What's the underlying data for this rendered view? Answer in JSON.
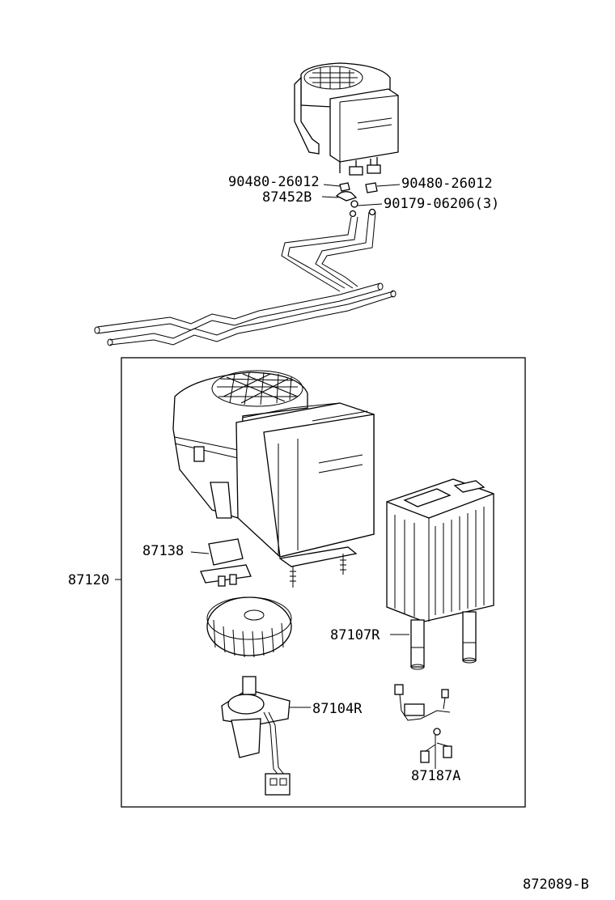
{
  "callouts": {
    "top_left_nut": "90480-26012",
    "top_right_nut": "90480-26012",
    "bracket": "87452B",
    "screw": "90179-06206(3)",
    "blower_assy": "87120",
    "resistor": "87138",
    "heater_core": "87107R",
    "motor": "87104R",
    "wire_harness": "87187A"
  },
  "diagram_id": "872089-B"
}
